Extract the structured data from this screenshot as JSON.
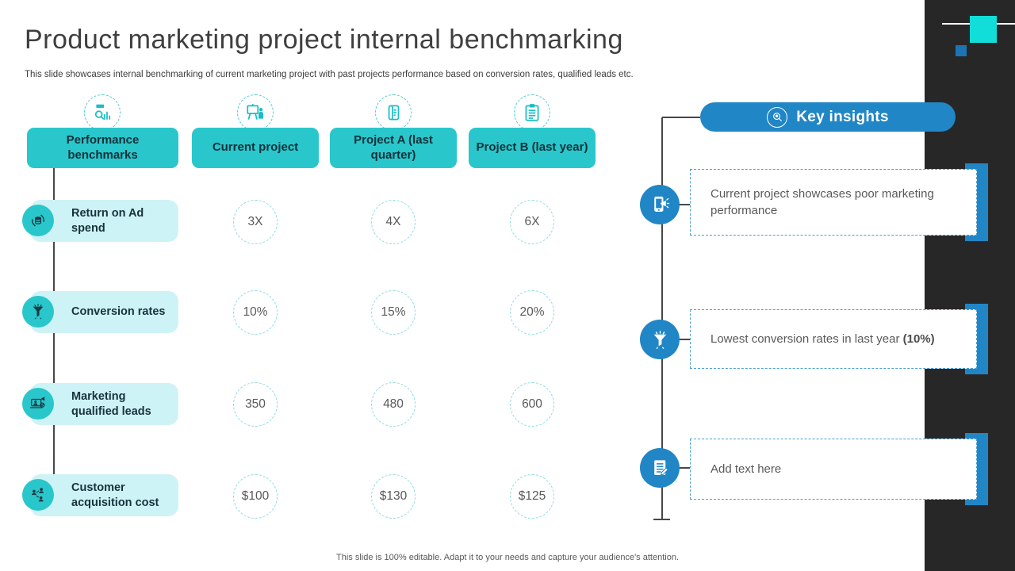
{
  "slide": {
    "title": "Product marketing project internal benchmarking",
    "subtitle": "This slide showcases internal benchmarking of current marketing project with past projects performance based on conversion rates, qualified leads etc.",
    "footer": "This slide is 100% editable. Adapt it to your needs and capture your audience's attention."
  },
  "table": {
    "columns": [
      {
        "label": "Performance benchmarks",
        "icon": "analytics-magnifier-icon"
      },
      {
        "label": "Current project",
        "icon": "presentation-icon"
      },
      {
        "label": "Project A (last quarter)",
        "icon": "scroll-document-icon"
      },
      {
        "label": "Project B (last year)",
        "icon": "clipboard-icon"
      }
    ],
    "rows": [
      {
        "label": "Return on Ad spend",
        "icon": "coins-return-icon",
        "values": [
          "3X",
          "4X",
          "6X"
        ]
      },
      {
        "label": "Conversion rates",
        "icon": "funnel-icon",
        "values": [
          "10%",
          "15%",
          "20%"
        ]
      },
      {
        "label": "Marketing qualified leads",
        "icon": "laptop-lead-icon",
        "values": [
          "350",
          "480",
          "600"
        ]
      },
      {
        "label": "Customer acquisition cost",
        "icon": "people-network-icon",
        "values": [
          "$100",
          "$130",
          "$125"
        ]
      }
    ]
  },
  "key_insights": {
    "title": "Key insights",
    "icon": "magnifier-bulb-icon",
    "items": [
      {
        "text": "Current project showcases poor marketing performance",
        "bold": "",
        "icon": "mobile-megaphone-icon"
      },
      {
        "text": "Lowest conversion rates in last year ",
        "bold": "(10%)",
        "icon": "funnel-icon"
      },
      {
        "text": "Add text here",
        "bold": "",
        "icon": "document-edit-icon"
      }
    ]
  },
  "colors": {
    "teal": "#29c7cb",
    "light_teal": "#cef3f6",
    "accent_blue": "#2186c6",
    "sidebar_dark": "#272727",
    "cyan_square": "#12ded9",
    "blue_square": "#1c74b4",
    "value_text": "#595959",
    "label_text": "#17333d"
  }
}
